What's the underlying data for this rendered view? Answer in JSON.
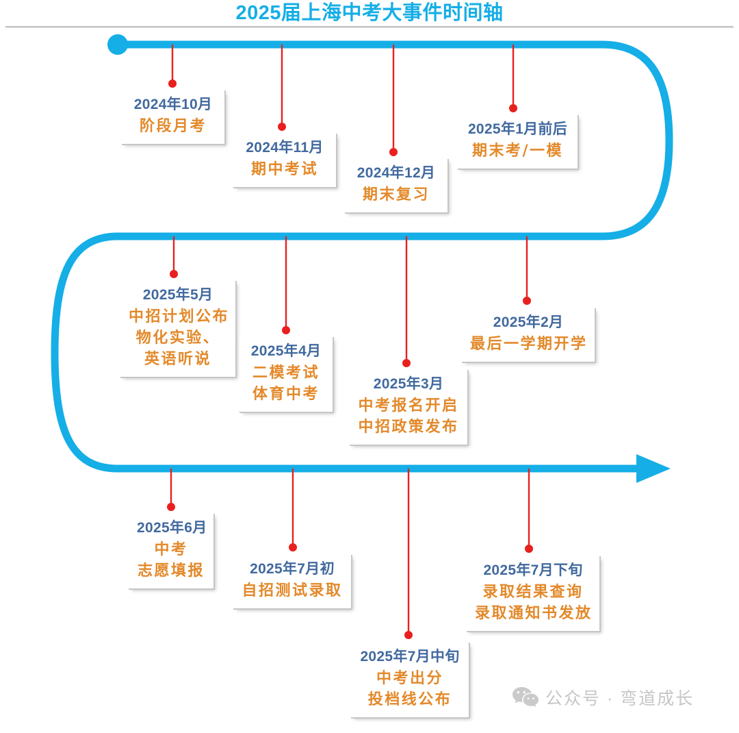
{
  "header": {
    "title": "2025届上海中考大事件时间轴"
  },
  "theme": {
    "timeline_blue": "#15AEE6",
    "date_blue": "#41699E",
    "event_orange": "#E3892A",
    "connector_red": "#E8201E",
    "card_shadow_grey": "#c6c6c6",
    "divider_grey": "#b8b8b8",
    "watermark_grey": "#c2c2c2"
  },
  "timeline": {
    "start_marker": "start-dot",
    "end_marker": "arrow-head",
    "direction": "serpentine-left-to-right"
  },
  "chart_data": {
    "type": "timeline",
    "title": "2025届上海中考大事件时间轴",
    "rows": 3,
    "milestones": [
      {
        "date": "2024年10月",
        "events": [
          "阶段月考"
        ]
      },
      {
        "date": "2024年11月",
        "events": [
          "期中考试"
        ]
      },
      {
        "date": "2024年12月",
        "events": [
          "期末复习"
        ]
      },
      {
        "date": "2025年1月前后",
        "events": [
          "期末考/一模"
        ]
      },
      {
        "date": "2025年2月",
        "events": [
          "最后一学期开学"
        ]
      },
      {
        "date": "2025年3月",
        "events": [
          "中考报名开启",
          "中招政策发布"
        ]
      },
      {
        "date": "2025年4月",
        "events": [
          "二模考试",
          "体育中考"
        ]
      },
      {
        "date": "2025年5月",
        "events": [
          "中招计划公布",
          "物化实验、",
          "英语听说"
        ]
      },
      {
        "date": "2025年6月",
        "events": [
          "中考",
          "志愿填报"
        ]
      },
      {
        "date": "2025年7月初",
        "events": [
          "自招测试录取"
        ]
      },
      {
        "date": "2025年7月中旬",
        "events": [
          "中考出分",
          "投档线公布"
        ]
      },
      {
        "date": "2025年7月下旬",
        "events": [
          "录取结果查询",
          "录取通知书发放"
        ]
      }
    ]
  },
  "cards": [
    {
      "date": "2024年10月",
      "events": [
        "阶段月考"
      ]
    },
    {
      "date": "2024年11月",
      "events": [
        "期中考试"
      ]
    },
    {
      "date": "2024年12月",
      "events": [
        "期末复习"
      ]
    },
    {
      "date": "2025年1月前后",
      "events": [
        "期末考/一模"
      ]
    },
    {
      "date": "2025年5月",
      "events": [
        "中招计划公布",
        "物化实验、",
        "英语听说"
      ]
    },
    {
      "date": "2025年4月",
      "events": [
        "二模考试",
        "体育中考"
      ]
    },
    {
      "date": "2025年3月",
      "events": [
        "中考报名开启",
        "中招政策发布"
      ]
    },
    {
      "date": "2025年2月",
      "events": [
        "最后一学期开学"
      ]
    },
    {
      "date": "2025年6月",
      "events": [
        "中考",
        "志愿填报"
      ]
    },
    {
      "date": "2025年7月初",
      "events": [
        "自招测试录取"
      ]
    },
    {
      "date": "2025年7月中旬",
      "events": [
        "中考出分",
        "投档线公布"
      ]
    },
    {
      "date": "2025年7月下旬",
      "events": [
        "录取结果查询",
        "录取通知书发放"
      ]
    }
  ],
  "watermark": {
    "icon": "wechat-icon",
    "text": "公众号 · 弯道成长"
  }
}
